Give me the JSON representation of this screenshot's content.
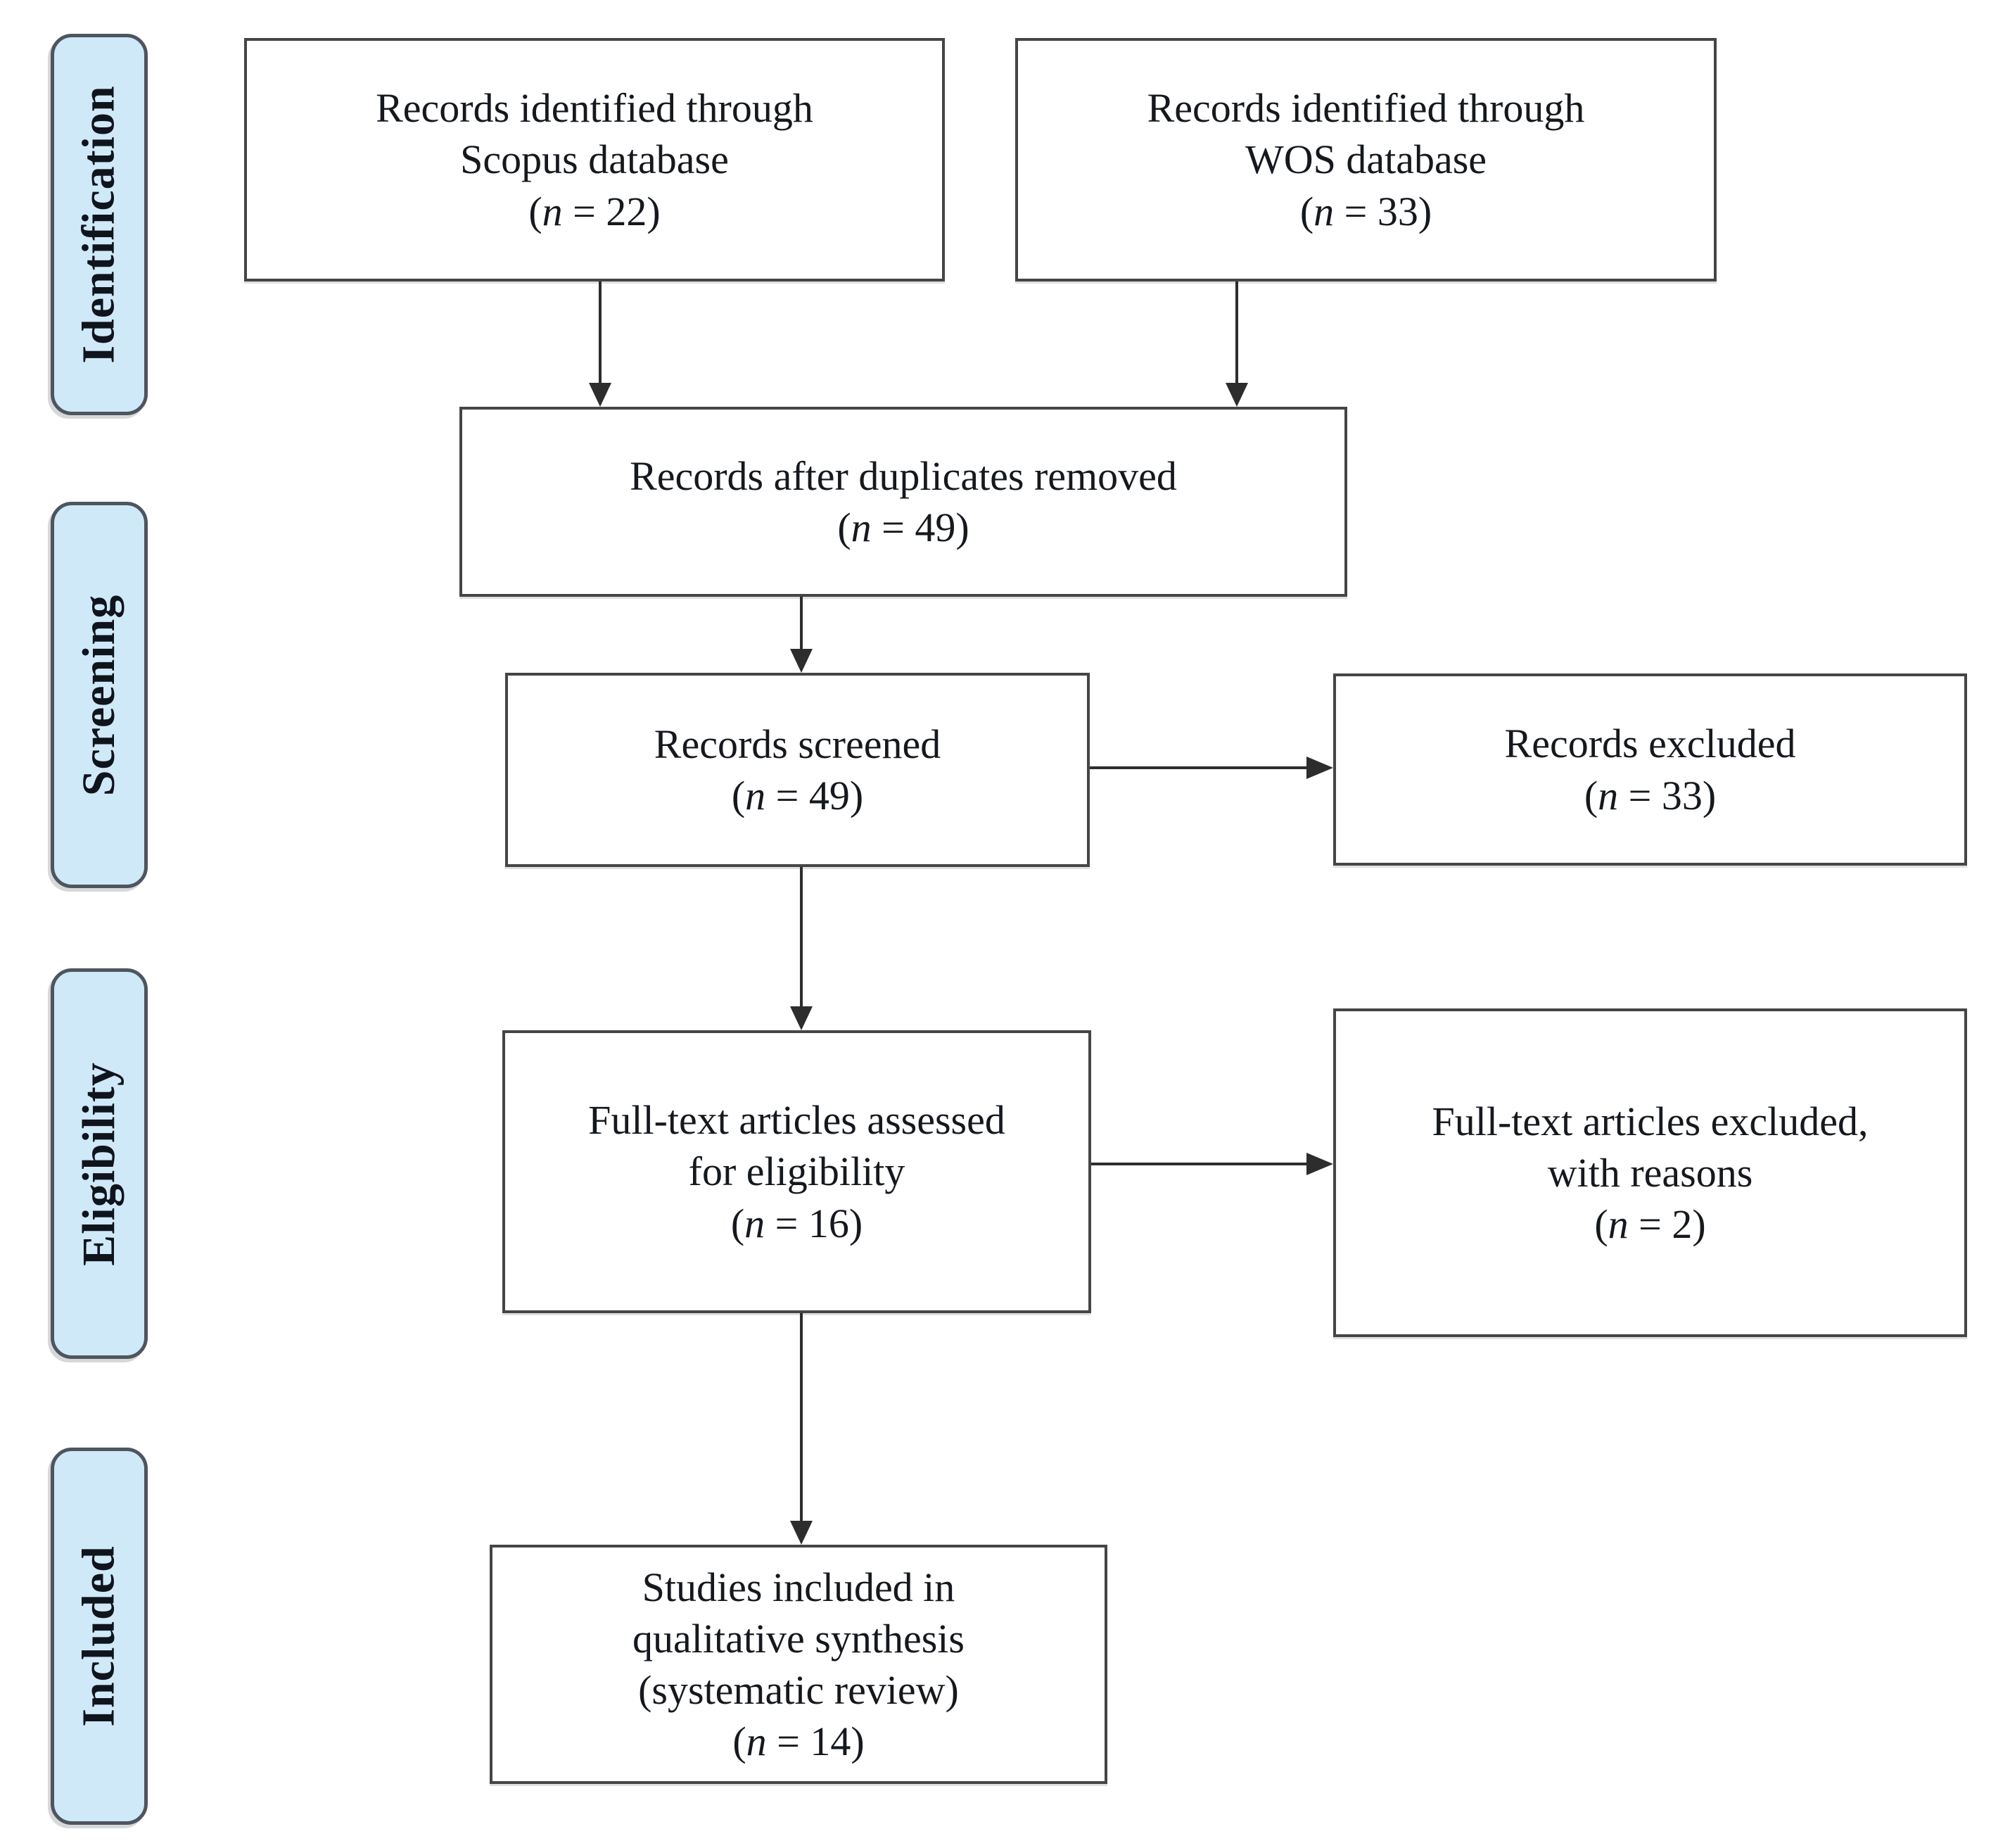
{
  "stages": [
    {
      "id": "identification",
      "label": "Identification"
    },
    {
      "id": "screening",
      "label": "Screening"
    },
    {
      "id": "eligibility",
      "label": "Eligibility"
    },
    {
      "id": "included",
      "label": "Included"
    }
  ],
  "boxes": {
    "scopus": {
      "lines": [
        "Records identified through",
        "Scopus database"
      ],
      "count": "(n = 22)"
    },
    "wos": {
      "lines": [
        "Records identified through",
        "WOS database"
      ],
      "count": "(n = 33)"
    },
    "duplicates": {
      "lines": [
        "Records after duplicates removed"
      ],
      "count": "(n = 49)"
    },
    "screened": {
      "lines": [
        "Records screened"
      ],
      "count": "(n = 49)"
    },
    "records_excluded": {
      "lines": [
        "Records excluded"
      ],
      "count": "(n = 33)"
    },
    "fulltext_assessed": {
      "lines": [
        "Full-text articles assessed",
        "for eligibility"
      ],
      "count": "(n = 16)"
    },
    "fulltext_excluded": {
      "lines": [
        "Full-text articles excluded,",
        "with reasons"
      ],
      "count": "(n = 2)"
    },
    "studies_included": {
      "lines": [
        "Studies included in",
        "qualitative synthesis",
        "(systematic review)"
      ],
      "count": "(n = 14)"
    }
  },
  "colors": {
    "stage_fill": "#cfe9f8",
    "stage_border": "#4e555e",
    "box_fill": "#ffffff",
    "box_border": "#454545",
    "text": "#15191e",
    "arrow": "#2d2d2d"
  }
}
